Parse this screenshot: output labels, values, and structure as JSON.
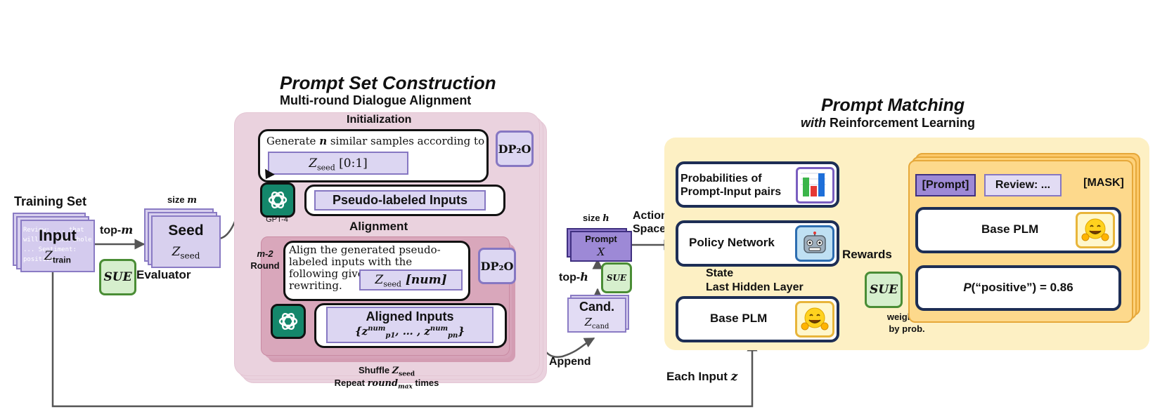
{
  "prompt_set": {
    "title": "Prompt Set Construction",
    "subtitle": "Multi-round Dialogue Alignment",
    "initialization_label": "Initialization",
    "generate_text_before": "Generate ",
    "generate_n": "n",
    "generate_text_after": " similar samples according to",
    "seed_slice_var": "Z",
    "seed_slice_sub": "seed",
    "seed_slice_range": " [0:1]",
    "dpo_label": "DP₂O",
    "gpt4_label": "GPT-4",
    "pseudo_labeled": "Pseudo-labeled Inputs",
    "alignment_label": "Alignment",
    "round_label_top": "m-2",
    "round_label_bottom": "Round",
    "align_text": "Align the generated pseudo-labeled inputs with the following given inputs via rewriting.",
    "seed_num_var": "Z",
    "seed_num_sub": "seed",
    "seed_num_idx": " [num]",
    "aligned_inputs": "Aligned Inputs",
    "aligned_formula_open": "{z",
    "aligned_formula_sup": "num",
    "aligned_formula_sub1": "p",
    "aligned_formula_sub1b": "1",
    "aligned_formula_mid": ", … , z",
    "aligned_formula_sub2": "p",
    "aligned_formula_sub2b": "n",
    "aligned_formula_close": "}",
    "shuffle_label": "Shuffle ",
    "shuffle_var": "Z",
    "shuffle_sub": "seed",
    "repeat_before": "Repeat ",
    "repeat_var": "round",
    "repeat_sub": "max",
    "repeat_after": " times"
  },
  "left": {
    "training_set": "Training Set",
    "input_label": "Input",
    "input_var": "Z",
    "input_sub": "train",
    "bg_text": "Review: ... that will ... the whole ... Sentiment: positive",
    "top_m_prefix": "top-",
    "top_m_var": "m",
    "size_m_prefix": "size ",
    "size_m_var": "m",
    "seed_label": "Seed",
    "seed_var": "Z",
    "seed_sub": "seed",
    "sue_label": "SUE",
    "evaluator_label": "Evaluator"
  },
  "middle": {
    "size_h_prefix": "size ",
    "size_h_var": "h",
    "prompt_label": "Prompt",
    "prompt_var": "X",
    "top_h_prefix": "top-",
    "top_h_var": "h",
    "sue_label": "SUE",
    "cand_label": "Cand.",
    "cand_var": "Z",
    "cand_sub": "cand",
    "append_label": "Append",
    "action_space_1": "Action",
    "action_space_2": "Space"
  },
  "prompt_matching": {
    "title": "Prompt Matching",
    "subtitle_with": "with",
    "subtitle_rest": " Reinforcement Learning",
    "probabilities_1": "Probabilities of",
    "probabilities_2": "Prompt-Input pairs",
    "policy_network": "Policy Network",
    "state_label_1": "State",
    "state_label_2": "Last Hidden Layer",
    "base_plm_left": "Base PLM",
    "rewards_label": "Rewards",
    "sue_label": "SUE",
    "weighted_1": "weighted",
    "weighted_2": "by prob.",
    "prompt_token": "[Prompt]",
    "review_token": "Review: ...",
    "mask_token": "[MASK]",
    "base_plm_right": "Base PLM",
    "p_positive_var": "P",
    "p_positive_rest": "(“positive”) = 0.86",
    "each_input_prefix": "Each Input ",
    "each_input_var": "z"
  },
  "icons": [
    "gpt-logo-icon",
    "bar-chart-icon",
    "robot-emoji-icon",
    "hugging-face-emoji-icon"
  ],
  "colors": {
    "pink_panel": "#ead2de",
    "pink_inner": "#d9a3b7",
    "yellow_panel": "#fdf0c4",
    "lavender": "#dcd6f2",
    "navy": "#1d2e55",
    "green_sue": "#d6efcd",
    "gpt_green": "#14876b"
  }
}
